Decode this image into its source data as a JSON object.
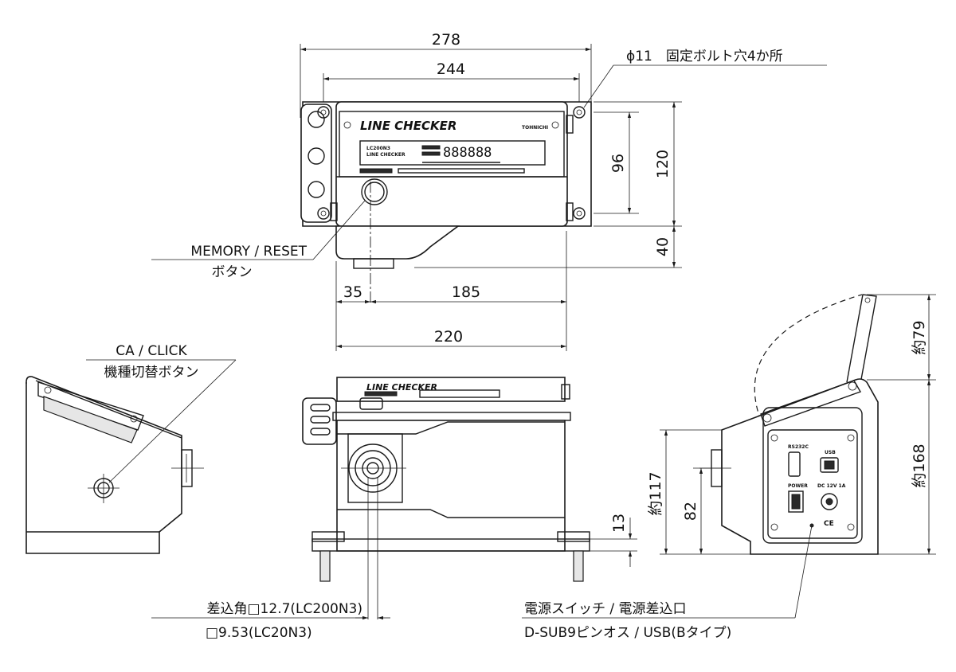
{
  "dimensions": {
    "top_overall_width": "278",
    "top_hole_pitch": "244",
    "top_height_holes": "96",
    "top_height_overall": "120",
    "top_protrusion": "40",
    "front_left_offset": "35",
    "front_span": "185",
    "front_width": "220",
    "right_lid_open": "約79",
    "right_height": "約168",
    "right_side_height": "約117",
    "right_panel_height": "82",
    "front_foot_height": "13"
  },
  "callouts": {
    "mounting_holes": "ϕ11　固定ボルト穴4か所",
    "memory_reset_line1": "MEMORY / RESET",
    "memory_reset_line2": "ボタン",
    "ca_click_line1": "CA / CLICK",
    "ca_click_line2": "機種切替ボタン",
    "square_drive_line1": "差込角□12.7(LC200N3)",
    "square_drive_line2": "□9.53(LC20N3)",
    "power_line1": "電源スイッチ / 電源差込口",
    "power_line2": "D-SUB9ピンオス / USB(Bタイプ)"
  },
  "device_panel": {
    "brand": "LINE CHECKER",
    "model_line1": "LC200N3",
    "model_line2": "LINE CHECKER",
    "maker": "TOHNICHI",
    "segments": "888888",
    "rs232c": "RS232C",
    "usb": "USB",
    "power": "POWER",
    "dc": "DC 12V 1A",
    "ce": "CE"
  }
}
